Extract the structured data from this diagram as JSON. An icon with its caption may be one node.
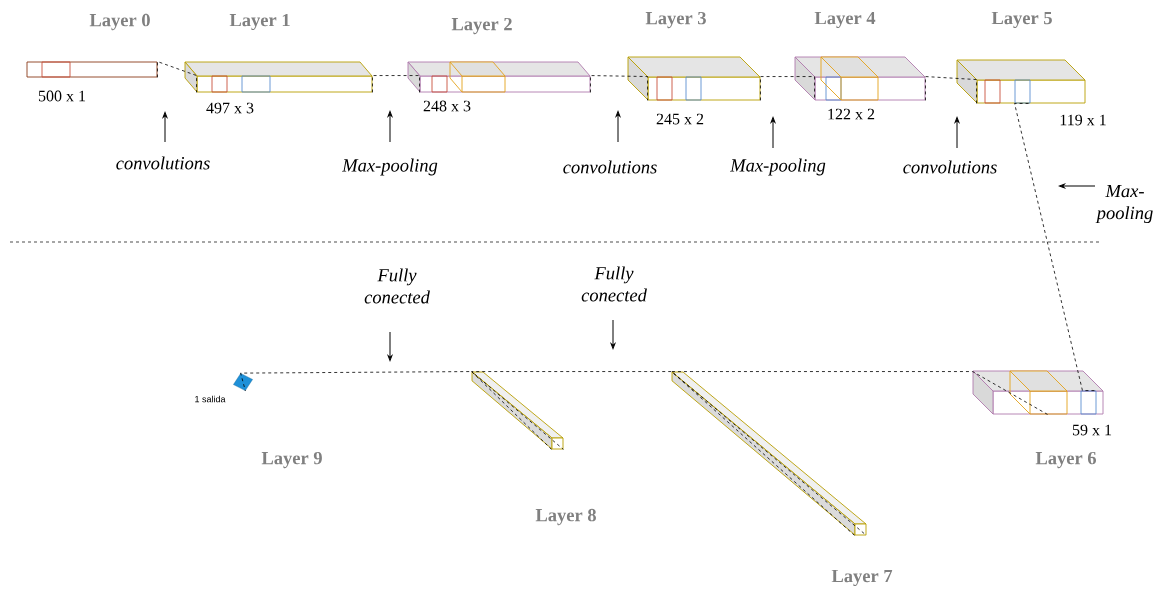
{
  "diagram": {
    "nodes": [
      {
        "text": [
          "Layer 0",
          "500 x 1"
        ]
      },
      {
        "text": [
          "Layer 1",
          "497 x 3"
        ]
      },
      {
        "text": [
          "Layer 2",
          "248 x 3"
        ]
      },
      {
        "text": [
          "Layer 3",
          "245 x 2"
        ]
      },
      {
        "text": [
          "Layer 4",
          "122 x 2"
        ]
      },
      {
        "text": [
          "Layer 5",
          "119 x 1"
        ]
      },
      {
        "text": [
          "59 x 1",
          "Layer 6"
        ]
      },
      {
        "text": [
          "Layer 7"
        ]
      },
      {
        "text": [
          "Layer 8"
        ]
      },
      {
        "text": [
          "Layer 9"
        ],
        "beside": [
          "1 salida"
        ]
      }
    ],
    "edges": [
      {
        "from": 0,
        "to": 1,
        "arrow": "none",
        "style": "dashed"
      },
      {
        "from": 1,
        "to": 2,
        "arrow": "none",
        "style": "dashed"
      },
      {
        "from": 2,
        "to": 3,
        "arrow": "none",
        "style": "dashed"
      },
      {
        "from": 3,
        "to": 4,
        "arrow": "none",
        "style": "dashed"
      },
      {
        "from": 4,
        "to": 5,
        "arrow": "none",
        "style": "dashed"
      },
      {
        "from": 5,
        "to": 6,
        "arrow": "none",
        "style": "dashed"
      },
      {
        "from": 6,
        "to": 7,
        "arrow": "none",
        "style": "dashed"
      },
      {
        "from": 7,
        "to": 8,
        "arrow": "none",
        "style": "dashed"
      },
      {
        "from": 8,
        "to": 9,
        "arrow": "none",
        "style": "dashed"
      }
    ],
    "labels": [
      "convolutions",
      "Max-pooling",
      "convolutions",
      "Max-pooling",
      "convolutions",
      "Max-pooling",
      "Fully conected",
      "Fully conected"
    ]
  }
}
